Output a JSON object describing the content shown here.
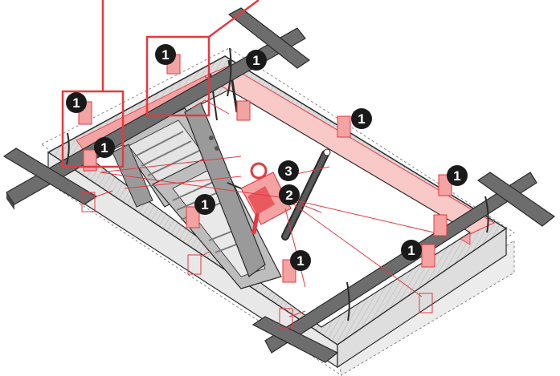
{
  "diagram": {
    "subject": "attic-ladder-installation",
    "colors": {
      "accent": "#e5393f",
      "accent_fill": "#f4a3a3",
      "accent_light": "#f8c9c7",
      "beam": "#5a5a5a",
      "beam_light": "#8a8a8a",
      "frame": "#d9d9d9",
      "outline": "#2b2b2b",
      "badge": "#1a1a1a"
    },
    "callouts": [
      {
        "number": "1"
      },
      {
        "number": "1"
      },
      {
        "number": "1"
      },
      {
        "number": "1"
      },
      {
        "number": "1"
      },
      {
        "number": "1"
      },
      {
        "number": "1"
      },
      {
        "number": "1"
      },
      {
        "number": "1"
      },
      {
        "number": "2"
      },
      {
        "number": "3"
      }
    ]
  }
}
